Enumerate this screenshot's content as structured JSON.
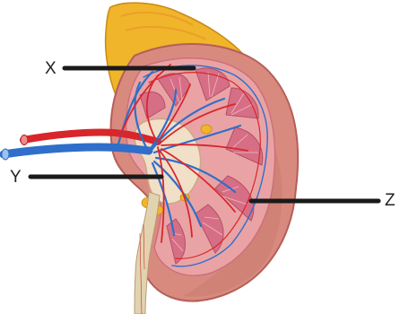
{
  "labels": {
    "x": "X",
    "y": "Y",
    "z": "Z"
  },
  "colors": {
    "fat": "#f0b52a",
    "capsule": "#d98a7f",
    "cortex": "#e9a3a5",
    "pyramid": "#d66f86",
    "artery": "#d8262b",
    "vein": "#2f6fc9",
    "pelvis": "#f1dfc8",
    "ureter": "#e2d3b0",
    "pointer": "#1a1a1a"
  }
}
